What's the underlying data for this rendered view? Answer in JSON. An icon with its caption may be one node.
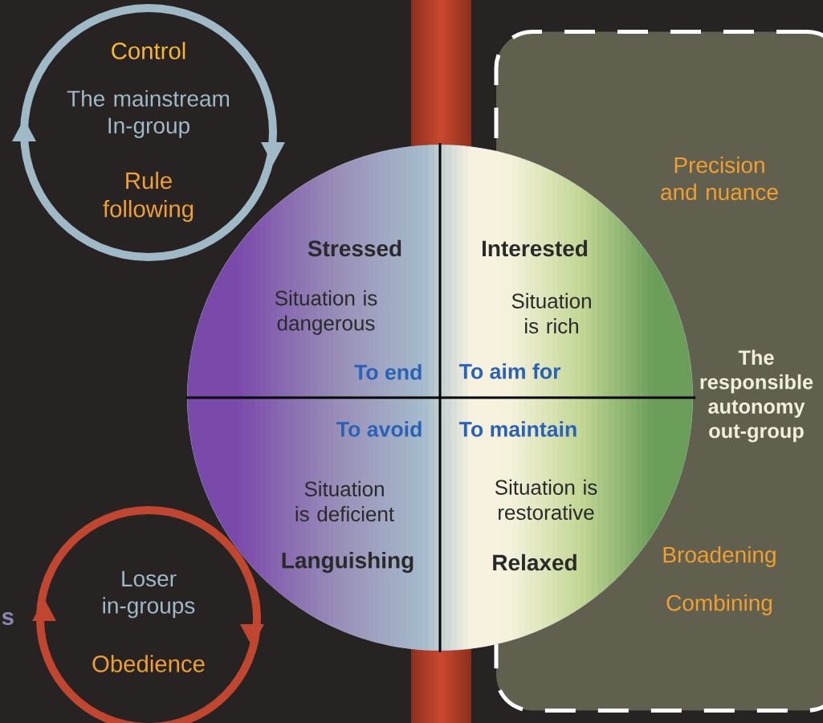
{
  "diagram": {
    "nodes": [
      {
        "text": [
          "Control",
          "The mainstream In-group",
          "Rule following"
        ]
      },
      {
        "text": [
          "Loser in-groups",
          "Obedience"
        ]
      },
      {
        "text": [
          "Precision and nuance",
          "The responsible autonomy out-group",
          "Broadening",
          "Combining"
        ]
      },
      {
        "text": [],
        "shape": "circle"
      },
      {
        "text": [
          "Stressed",
          "Situation is dangerous",
          "To end"
        ],
        "in": 3
      },
      {
        "text": [
          "Interested",
          "Situation is rich",
          "To aim for"
        ],
        "in": 3
      },
      {
        "text": [
          "To avoid",
          "Situation is deficient",
          "Languishing"
        ],
        "in": 3
      },
      {
        "text": [
          "To maintain",
          "Situation is restorative",
          "Relaxed"
        ],
        "in": 3
      }
    ],
    "labels": [
      "s"
    ]
  }
}
